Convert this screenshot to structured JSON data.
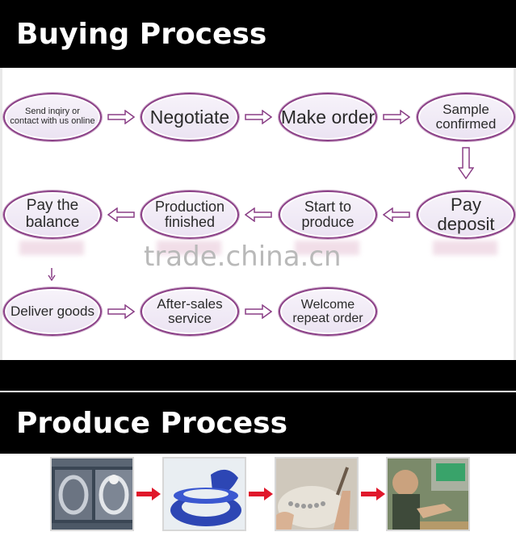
{
  "buying": {
    "title": "Buying Process",
    "steps": {
      "send_inquiry": [
        "Send inqiry or",
        "contact with us online"
      ],
      "negotiate": [
        "Negotiate"
      ],
      "make_order": [
        "Make order"
      ],
      "sample_confirmed": [
        "Sample",
        "confirmed"
      ],
      "pay_deposit": [
        "Pay",
        "deposit"
      ],
      "start_to_produce": [
        "Start to",
        "produce"
      ],
      "production_finished": [
        "Production",
        "finished"
      ],
      "pay_balance": [
        "Pay the",
        "balance"
      ],
      "deliver_goods": [
        "Deliver goods"
      ],
      "after_sales": [
        "After-sales",
        "service"
      ],
      "welcome_repeat": [
        "Welcome",
        "repeat order"
      ]
    },
    "watermark": "trade.china.cn"
  },
  "produce": {
    "title": "Produce Process",
    "photos": [
      "cad-design-image",
      "wax-mold-image",
      "stone-setting-image",
      "polishing-image"
    ]
  },
  "colors": {
    "oval_border": "#8a3f86",
    "oval_fill": "#efe8f4",
    "arrow_red": "#e0182b",
    "title_bg": "#000000"
  }
}
